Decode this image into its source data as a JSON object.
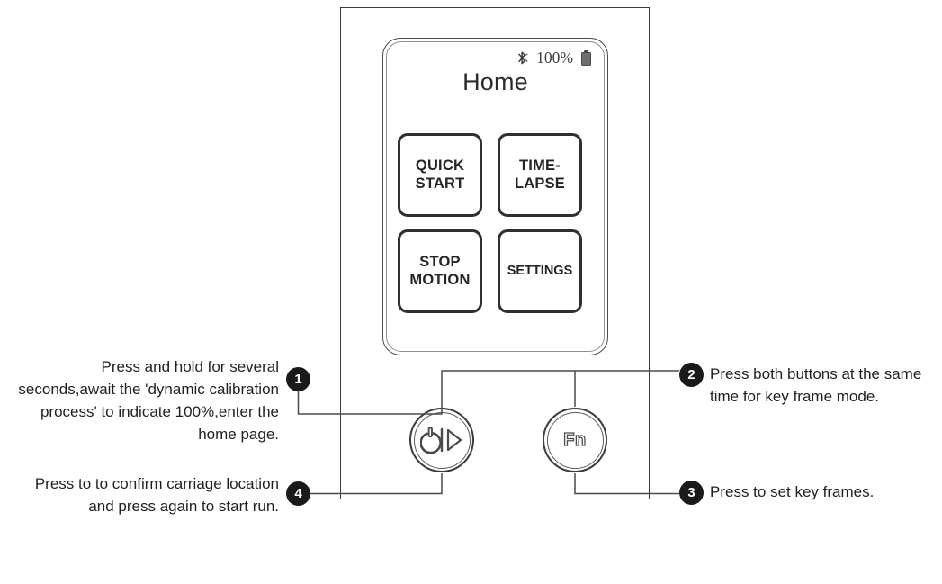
{
  "device": {
    "name": "motion-controller",
    "screen": {
      "title": "Home",
      "status": {
        "bluetooth_icon": "bluetooth-icon",
        "battery_percent": "100%",
        "battery_icon": "battery-full-icon"
      },
      "tiles": [
        {
          "label": "QUICK\nSTART",
          "name": "tile-quick-start"
        },
        {
          "label": "TIME-\nLAPSE",
          "name": "tile-time-lapse"
        },
        {
          "label": "STOP\nMOTION",
          "name": "tile-stop-motion"
        },
        {
          "label": "SETTINGS",
          "name": "tile-settings"
        }
      ]
    },
    "hardware_buttons": [
      {
        "name": "power-play-button",
        "glyph": "power-play-icon",
        "label": ""
      },
      {
        "name": "fn-button",
        "glyph": "fn-icon",
        "label": "Fn"
      }
    ]
  },
  "callouts": [
    {
      "number": "1",
      "text": "Press and hold for several seconds,await the 'dynamic calibration process' to indicate 100%,enter the home page.",
      "side": "left"
    },
    {
      "number": "2",
      "text": "Press both buttons at the same time for key frame mode.",
      "side": "right"
    },
    {
      "number": "3",
      "text": "Press to set key frames.",
      "side": "right"
    },
    {
      "number": "4",
      "text": "Press to to confirm carriage location and press again to start run.",
      "side": "left"
    }
  ],
  "colors": {
    "ink": "#231f20",
    "badge_bg": "#1a1a1a",
    "badge_text": "#ffffff",
    "frame_stroke": "#3a3a3a",
    "tile_stroke": "#303030",
    "background": "#ffffff"
  }
}
